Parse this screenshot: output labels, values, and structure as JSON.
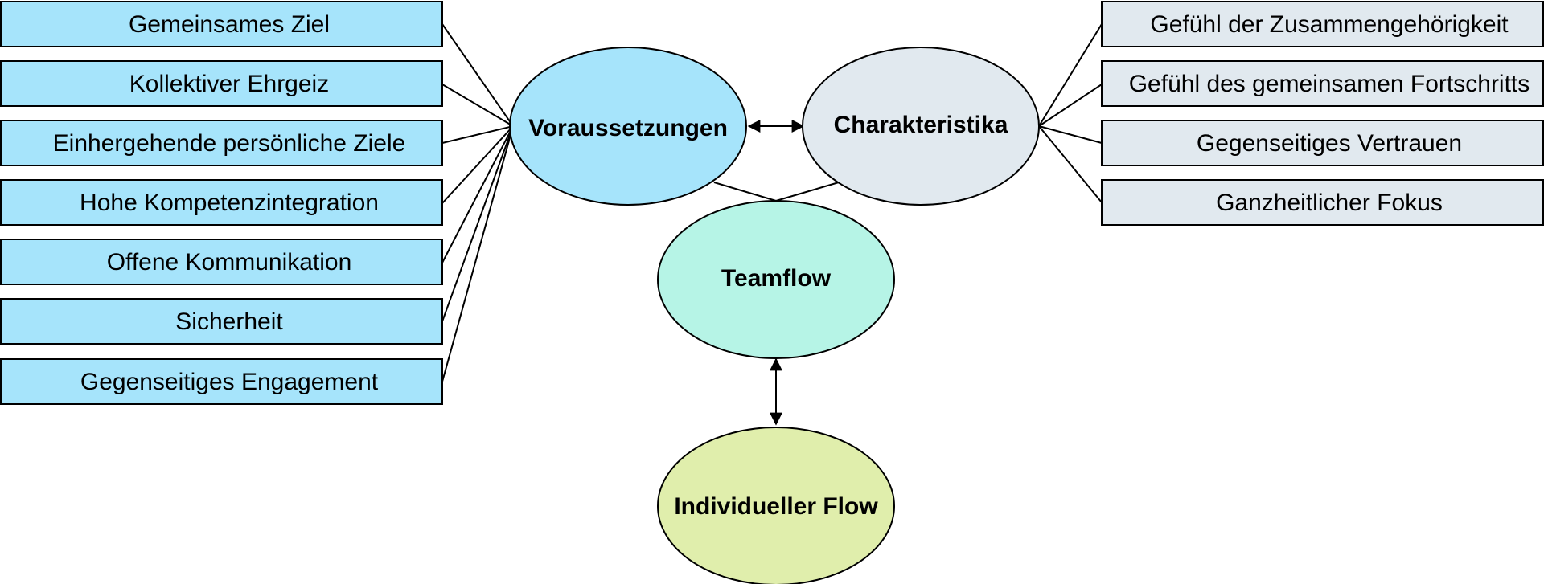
{
  "colors": {
    "blue": "#a6e4fb",
    "grey": "#e1e9ef",
    "mint": "#b6f4e6",
    "lime": "#e0eeac",
    "stroke": "#000000"
  },
  "nodes": {
    "voraussetzungen": "Voraussetzungen",
    "charakteristika": "Charakteristika",
    "teamflow": "Teamflow",
    "individueller_flow": "Individueller Flow"
  },
  "left_items": [
    "Gemeinsames Ziel",
    "Kollektiver Ehrgeiz",
    "Einhergehende persönliche Ziele",
    "Hohe Kompetenzintegration",
    "Offene Kommunikation",
    "Sicherheit",
    "Gegenseitiges Engagement"
  ],
  "right_items": [
    "Gefühl der Zusammengehörigkeit",
    "Gefühl des gemeinsamen Fortschritts",
    "Gegenseitiges Vertrauen",
    "Ganzheitlicher Fokus"
  ]
}
